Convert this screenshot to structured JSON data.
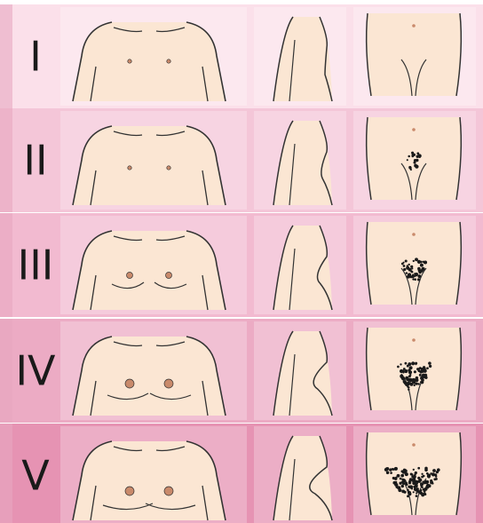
{
  "stages": [
    {
      "label": "I",
      "breast_level": 0,
      "nipple_level": 0,
      "hair_level": 0
    },
    {
      "label": "II",
      "breast_level": 1,
      "nipple_level": 0,
      "hair_level": 1
    },
    {
      "label": "III",
      "breast_level": 2,
      "nipple_level": 1,
      "hair_level": 2
    },
    {
      "label": "IV",
      "breast_level": 3,
      "nipple_level": 2,
      "hair_level": 3
    },
    {
      "label": "V",
      "breast_level": 4,
      "nipple_level": 2,
      "hair_level": 4
    }
  ],
  "colors": {
    "skin": "#fbe6d3",
    "outline": "#333333",
    "hair": "#1a1a1a",
    "areola": "#c98a6b",
    "row_backgrounds": [
      "#fbe0ea",
      "#f4c6d8",
      "#f2bad0",
      "#ecabc4",
      "#e693b3"
    ],
    "gutter": "#e8a7bf"
  }
}
